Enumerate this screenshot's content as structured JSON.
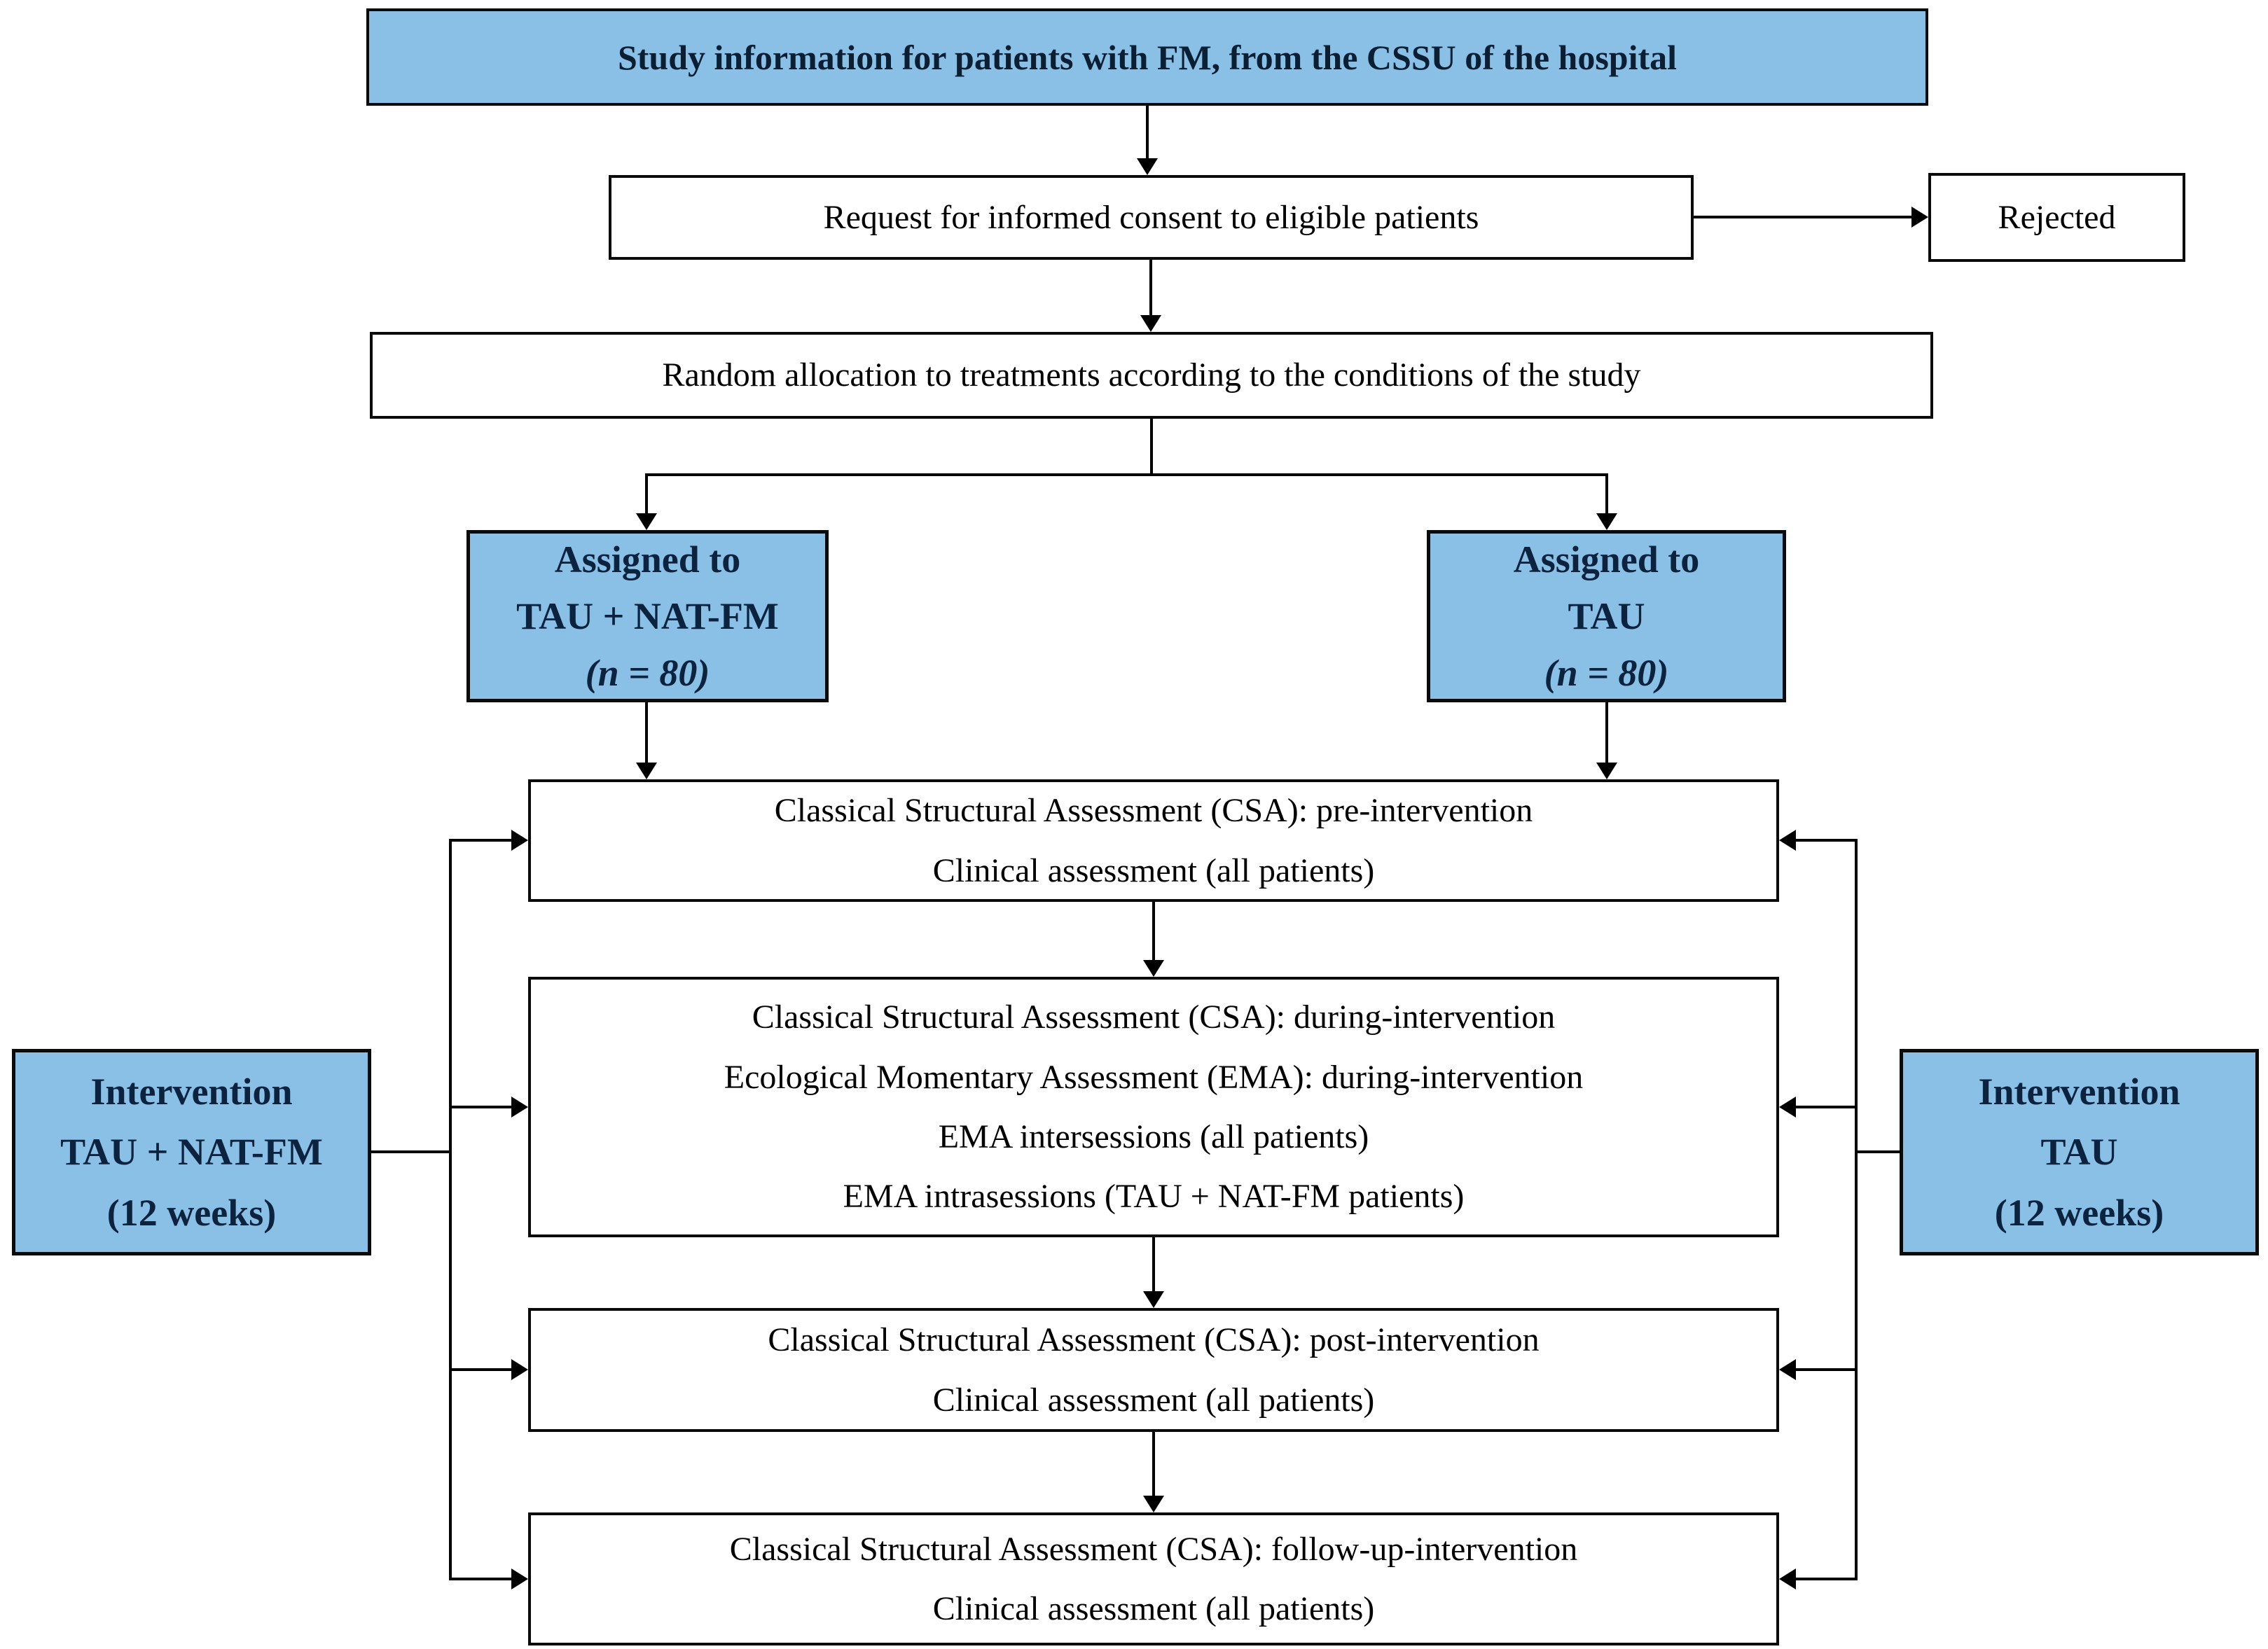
{
  "flowchart": {
    "colors": {
      "box_fill_blue": "#8abfe6",
      "box_fill_white": "#ffffff",
      "border": "#0a0a0a",
      "text_navy": "#0c2340",
      "text_black": "#000000",
      "line": "#000000"
    },
    "title_box": {
      "text": "Study information for patients with FM, from the CSSU of the hospital"
    },
    "consent_box": {
      "text": "Request for informed consent to eligible patients"
    },
    "rejected_box": {
      "text": "Rejected"
    },
    "allocation_box": {
      "text": "Random allocation to treatments according to the conditions of the study"
    },
    "assigned_left_box": {
      "line1": "Assigned to",
      "line2": "TAU + NAT-FM",
      "line3": "(n = 80)"
    },
    "assigned_right_box": {
      "line1": "Assigned to",
      "line2": "TAU",
      "line3": "(n = 80)"
    },
    "pre_box": {
      "line1": "Classical Structural Assessment (CSA): pre-intervention",
      "line2": "Clinical assessment (all patients)"
    },
    "during_box": {
      "line1": "Classical Structural Assessment (CSA): during-intervention",
      "line2": "Ecological Momentary Assessment (EMA): during-intervention",
      "line3": "EMA intersessions (all patients)",
      "line4": "EMA intrasessions (TAU + NAT-FM patients)"
    },
    "post_box": {
      "line1": "Classical Structural Assessment (CSA): post-intervention",
      "line2": "Clinical assessment (all patients)"
    },
    "followup_box": {
      "line1": "Classical Structural Assessment (CSA): follow-up-intervention",
      "line2": "Clinical assessment (all patients)"
    },
    "intervention_left_box": {
      "line1": "Intervention",
      "line2": "TAU + NAT-FM",
      "line3": "(12 weeks)"
    },
    "intervention_right_box": {
      "line1": "Intervention",
      "line2": "TAU",
      "line3": "(12 weeks)"
    }
  }
}
